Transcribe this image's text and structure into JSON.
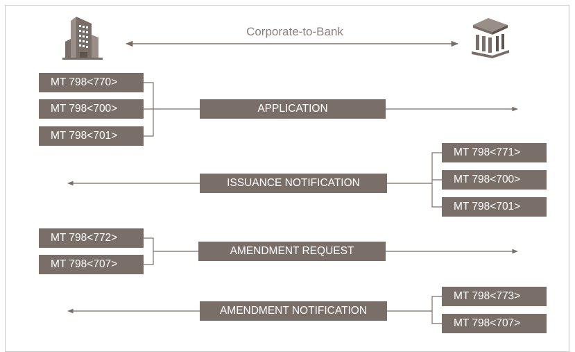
{
  "header": {
    "title": "Corporate-to-Bank",
    "left_party_icon": "office-building-icon",
    "right_party_icon": "bank-building-icon"
  },
  "colors": {
    "box": "#7a6e68",
    "line": "#7a6e68",
    "title": "#8a7f79",
    "border": "#c9c9c9"
  },
  "flows": [
    {
      "label": "APPLICATION",
      "direction": "corporate-to-bank",
      "messages": [
        "MT 798<770>",
        "MT 798<700>",
        "MT 798<701>"
      ]
    },
    {
      "label": "ISSUANCE NOTIFICATION",
      "direction": "bank-to-corporate",
      "messages": [
        "MT 798<771>",
        "MT 798<700>",
        "MT 798<701>"
      ]
    },
    {
      "label": "AMENDMENT REQUEST",
      "direction": "corporate-to-bank",
      "messages": [
        "MT 798<772>",
        "MT 798<707>"
      ]
    },
    {
      "label": "AMENDMENT NOTIFICATION",
      "direction": "bank-to-corporate",
      "messages": [
        "MT 798<773>",
        "MT 798<707>"
      ]
    }
  ]
}
